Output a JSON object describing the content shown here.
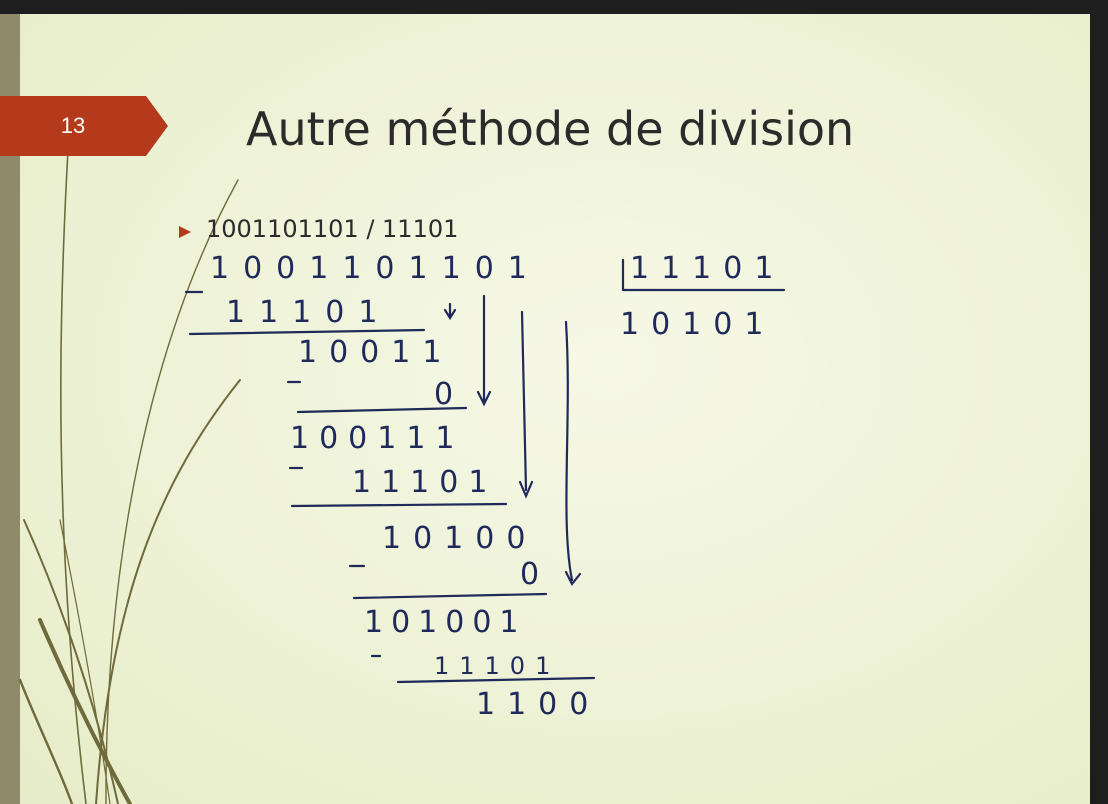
{
  "slide": {
    "number": "13",
    "title": "Autre méthode de division",
    "bullet": "1001101101 / 11101"
  },
  "colors": {
    "badge": "#b5391b",
    "ink": "#1f2a5a",
    "background": "#f3f6e2",
    "title_text": "#2b2b2b"
  },
  "handwriting": {
    "dividend": "1001101101",
    "divisor": "11101",
    "quotient": "10101",
    "remainder": "1100",
    "steps": [
      "11101",
      "10011",
      "0",
      "100111",
      "11101",
      "10100",
      "0",
      "101001",
      "11101",
      "1100"
    ]
  }
}
